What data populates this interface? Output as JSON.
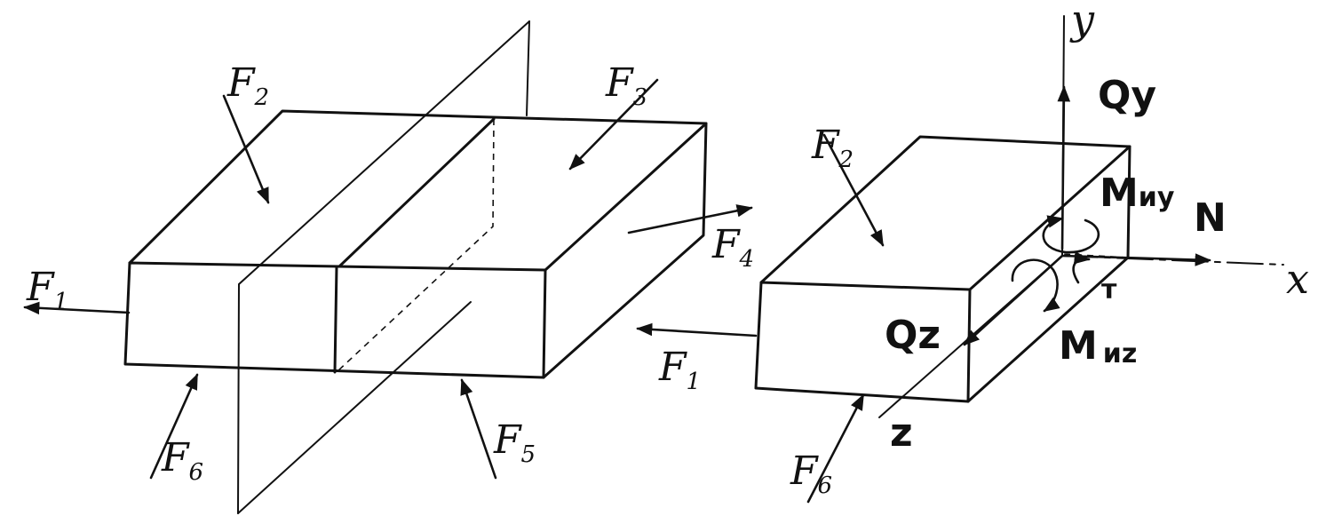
{
  "left_figure": {
    "forces": [
      {
        "main": "F",
        "sub": "1"
      },
      {
        "main": "F",
        "sub": "2"
      },
      {
        "main": "F",
        "sub": "3"
      },
      {
        "main": "F",
        "sub": "4"
      },
      {
        "main": "F",
        "sub": "5"
      },
      {
        "main": "F",
        "sub": "6"
      }
    ]
  },
  "right_figure": {
    "forces": [
      {
        "main": "F",
        "sub": "1"
      },
      {
        "main": "F",
        "sub": "2"
      },
      {
        "main": "F",
        "sub": "6"
      }
    ],
    "axes": {
      "x": "x",
      "y": "y",
      "z": "z"
    },
    "internal": {
      "N": "N",
      "Qy": {
        "main": "Q",
        "sub": "y"
      },
      "Qz": {
        "main": "Q",
        "sub": "z"
      },
      "T": "т",
      "Miy": {
        "main": "M",
        "sub": "иy"
      },
      "Miz": {
        "main": "M",
        "sub": "иz"
      }
    }
  }
}
